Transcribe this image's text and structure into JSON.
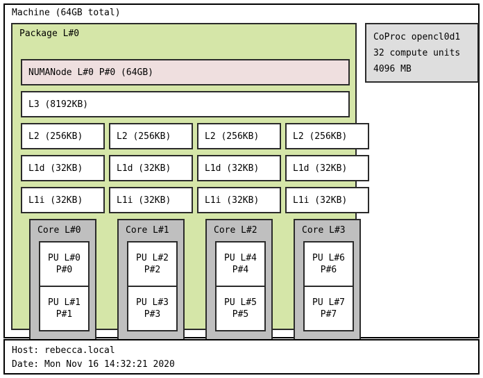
{
  "machine": {
    "title": "Machine (64GB total)",
    "package": {
      "title": "Package L#0",
      "numanode": "NUMANode L#0 P#0 (64GB)",
      "l3": "L3 (8192KB)",
      "columns": [
        {
          "l2": "L2 (256KB)",
          "l1d": "L1d (32KB)",
          "l1i": "L1i (32KB)",
          "core": "Core L#0",
          "pus": [
            {
              "logical": "PU L#0",
              "physical": "P#0"
            },
            {
              "logical": "PU L#1",
              "physical": "P#1"
            }
          ]
        },
        {
          "l2": "L2 (256KB)",
          "l1d": "L1d (32KB)",
          "l1i": "L1i (32KB)",
          "core": "Core L#1",
          "pus": [
            {
              "logical": "PU L#2",
              "physical": "P#2"
            },
            {
              "logical": "PU L#3",
              "physical": "P#3"
            }
          ]
        },
        {
          "l2": "L2 (256KB)",
          "l1d": "L1d (32KB)",
          "l1i": "L1i (32KB)",
          "core": "Core L#2",
          "pus": [
            {
              "logical": "PU L#4",
              "physical": "P#4"
            },
            {
              "logical": "PU L#5",
              "physical": "P#5"
            }
          ]
        },
        {
          "l2": "L2 (256KB)",
          "l1d": "L1d (32KB)",
          "l1i": "L1i (32KB)",
          "core": "Core L#3",
          "pus": [
            {
              "logical": "PU L#6",
              "physical": "P#6"
            },
            {
              "logical": "PU L#7",
              "physical": "P#7"
            }
          ]
        }
      ]
    },
    "coproc": {
      "name": "CoProc opencl0d1",
      "compute_units": "32 compute units",
      "memory": "4096 MB"
    }
  },
  "footer": {
    "host": "Host: rebecca.local",
    "date": "Date: Mon Nov 16 14:32:21 2020"
  },
  "colors": {
    "package_fill": "#d5e6a8",
    "numanode_fill": "#efdfdf",
    "core_fill": "#bfbfbf",
    "coproc_fill": "#dedede",
    "box_stroke": "#2a2a2a",
    "outer_stroke": "#000000",
    "white_fill": "#ffffff"
  }
}
